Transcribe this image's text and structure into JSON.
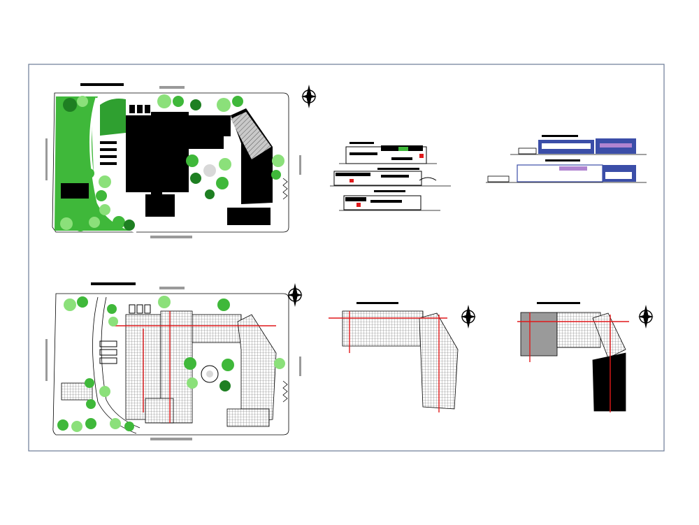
{
  "drawing": {
    "colors": {
      "border": "#6a7a95",
      "ink": "#000000",
      "tree": "#3fb83a",
      "tree_dark": "#1e7f22",
      "tree_light": "#8be07a",
      "paving": "#d8d8d8",
      "hatch": "#7a7a7a",
      "section_line": "#e0191b",
      "facade_blue": "#3b4ea8",
      "facade_violet": "#b084d0",
      "grey_label": "#9a9a9a"
    },
    "views": [
      {
        "id": "site-plan-roof",
        "icon": "site-plan"
      },
      {
        "id": "elevations-sections",
        "icon": "section-drawings"
      },
      {
        "id": "facades",
        "icon": "facade-drawings"
      },
      {
        "id": "site-plan-ground",
        "icon": "site-plan"
      },
      {
        "id": "floor-plan-level-1",
        "icon": "floor-plan"
      },
      {
        "id": "floor-plan-level-2",
        "icon": "floor-plan"
      }
    ],
    "north_arrows": [
      "north-arrow-icon",
      "north-arrow-icon",
      "north-arrow-icon",
      "north-arrow-icon"
    ]
  }
}
